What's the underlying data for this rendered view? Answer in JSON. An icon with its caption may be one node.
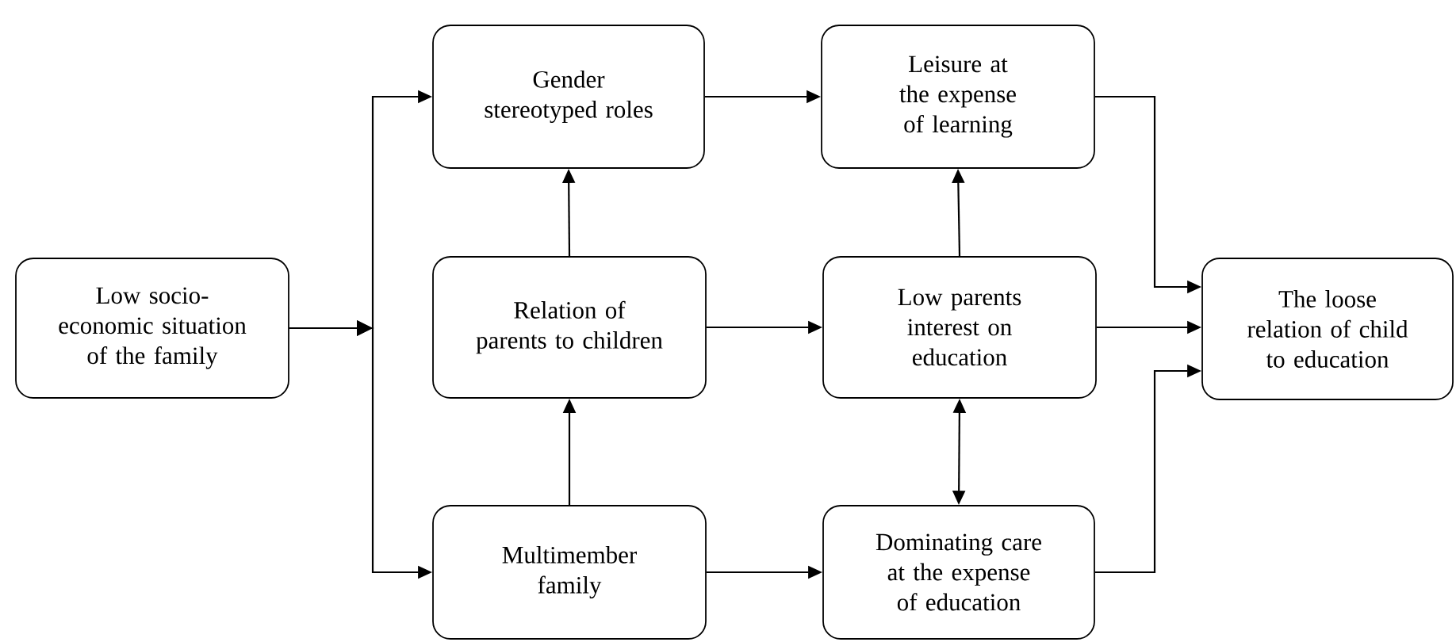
{
  "diagram": {
    "nodes": [
      {
        "text": [
          "Low socio-economic situation of the family"
        ]
      },
      {
        "text": [
          "Gender stereotyped roles"
        ]
      },
      {
        "text": [
          "Leisure at the expense of learning"
        ]
      },
      {
        "text": [
          "Relation of parents to children"
        ]
      },
      {
        "text": [
          "Low parents interest on education"
        ]
      },
      {
        "text": [
          "Multimember family"
        ]
      },
      {
        "text": [
          "Dominating care at the expense of education"
        ]
      },
      {
        "text": [
          "The loose relation of child to education"
        ]
      }
    ],
    "edges": [
      {
        "from": 0,
        "to": 1,
        "arrow": "to"
      },
      {
        "from": 0,
        "to": 5,
        "arrow": "to"
      },
      {
        "from": 1,
        "to": 2,
        "arrow": "to"
      },
      {
        "from": 3,
        "to": 4,
        "arrow": "to"
      },
      {
        "from": 5,
        "to": 6,
        "arrow": "to"
      },
      {
        "from": 3,
        "to": 1,
        "arrow": "to"
      },
      {
        "from": 5,
        "to": 3,
        "arrow": "to"
      },
      {
        "from": 4,
        "to": 2,
        "arrow": "to"
      },
      {
        "from": 6,
        "to": 4,
        "arrow": "both"
      },
      {
        "from": 2,
        "to": 7,
        "arrow": "to"
      },
      {
        "from": 4,
        "to": 7,
        "arrow": "to"
      },
      {
        "from": 6,
        "to": 7,
        "arrow": "to"
      }
    ]
  }
}
